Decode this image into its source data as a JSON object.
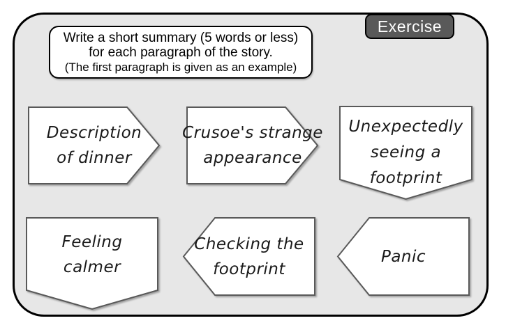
{
  "badge": {
    "label": "Exercise"
  },
  "instructions": {
    "line1": "Write a short summary (5 words or less)",
    "line2": "for each paragraph of the story.",
    "line3": "(The first paragraph is given as an example)"
  },
  "shapes": [
    {
      "id": "description-of-dinner",
      "direction": "right",
      "lines": [
        "Description",
        "of dinner"
      ]
    },
    {
      "id": "crusoes-strange-appearance",
      "direction": "right",
      "lines": [
        "Crusoe's strange",
        "appearance"
      ]
    },
    {
      "id": "unexpectedly-seeing-footprint",
      "direction": "down",
      "lines": [
        "Unexpectedly",
        "seeing a",
        "footprint"
      ]
    },
    {
      "id": "feeling-calmer",
      "direction": "down",
      "lines": [
        "Feeling",
        "calmer"
      ]
    },
    {
      "id": "checking-the-footprint",
      "direction": "left",
      "lines": [
        "Checking the",
        "footprint"
      ]
    },
    {
      "id": "panic",
      "direction": "left",
      "lines": [
        "Panic"
      ]
    }
  ],
  "colors": {
    "slide_background": "#e7e7e7",
    "frame_border": "#000000",
    "badge_background": "#595959",
    "badge_text": "#ffffff",
    "shape_fill": "#ffffff",
    "shape_border": "#595959",
    "text": "#000000"
  }
}
